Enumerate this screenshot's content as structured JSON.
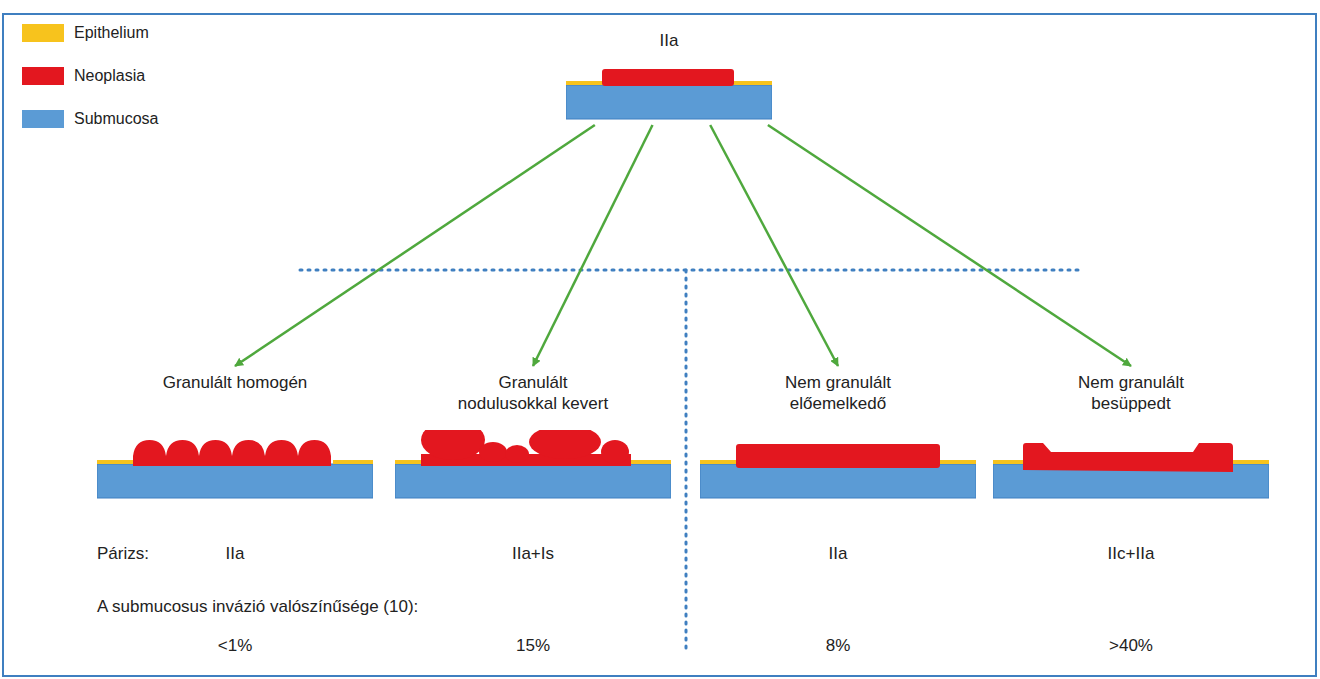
{
  "diagram": {
    "nodes": [
      {
        "text": [
          "IIa"
        ]
      },
      {
        "text": [
          "Granulált homogén"
        ]
      },
      {
        "text": [
          "Granulált nodulusokkal kevert"
        ]
      },
      {
        "text": [
          "Nem granulált előemelkedő"
        ]
      },
      {
        "text": [
          "Nem granulált besüppedt"
        ]
      }
    ],
    "edges": [
      {
        "from": 0,
        "to": 1,
        "arrow": "to"
      },
      {
        "from": 0,
        "to": 2,
        "arrow": "to"
      },
      {
        "from": 0,
        "to": 3,
        "arrow": "to"
      },
      {
        "from": 0,
        "to": 4,
        "arrow": "to"
      }
    ],
    "labels": [
      "Párizs:",
      "IIa",
      "IIa+Is",
      "IIa",
      "IIc+IIa",
      "A submucosus invázió valószínűsége (10):",
      "<1%",
      "15%",
      "8%",
      ">40%"
    ],
    "legend": [
      {
        "text": "Epithelium",
        "color": "#f7c31d"
      },
      {
        "text": "Neoplasia",
        "color": "#e3171f"
      },
      {
        "text": "Submucosa",
        "color": "#5b9bd5"
      }
    ]
  }
}
